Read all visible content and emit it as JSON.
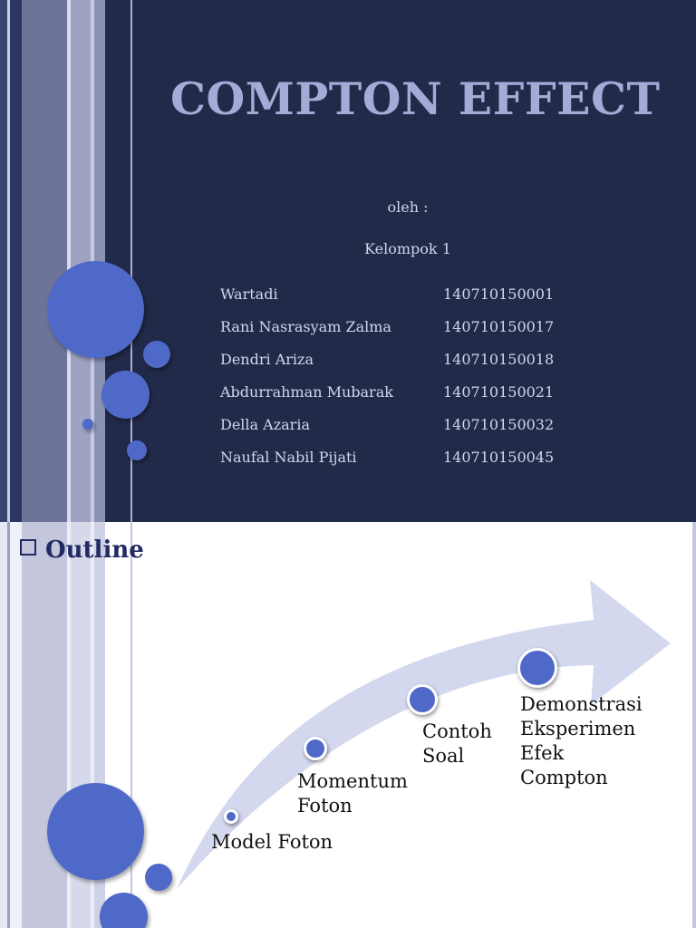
{
  "slide1": {
    "title": "COMPTON EFFECT",
    "by_label": "oleh :",
    "group_label": "Kelompok 1",
    "members": [
      {
        "name": "Wartadi",
        "nim": "140710150001"
      },
      {
        "name": "Rani Nasrasyam Zalma",
        "nim": "140710150017"
      },
      {
        "name": "Dendri Ariza",
        "nim": "140710150018"
      },
      {
        "name": "Abdurrahman Mubarak",
        "nim": "140710150021"
      },
      {
        "name": "Della Azaria",
        "nim": "140710150032"
      },
      {
        "name": "Naufal Nabil Pijati",
        "nim": "140710150045"
      }
    ]
  },
  "slide2": {
    "heading": "Outline",
    "steps": [
      {
        "label": "Model Foton"
      },
      {
        "label": "Momentum\nFoton"
      },
      {
        "label": "Contoh\nSoal"
      },
      {
        "label": "Demonstrasi\nEksperimen\nEfek\nCompton"
      }
    ]
  },
  "colors": {
    "dark_background": "#222a4a",
    "title_color": "#a3abd7",
    "accent_circle": "#4f69c9",
    "arrow_fill": "#d4d8ee",
    "heading_color": "#222a63"
  }
}
